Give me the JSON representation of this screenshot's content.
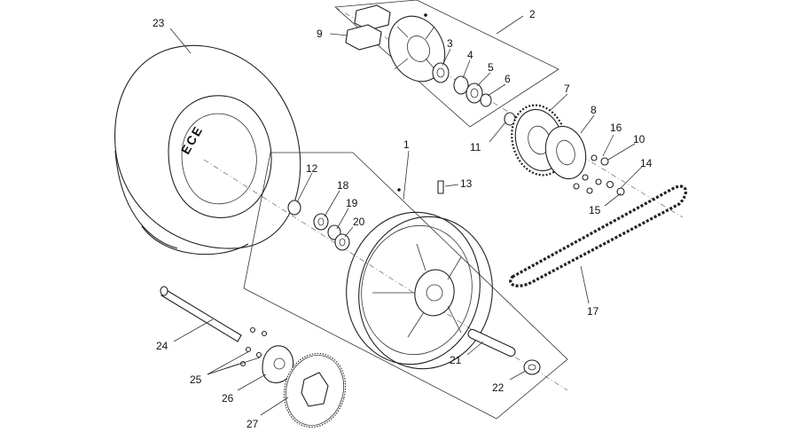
{
  "diagram": {
    "tire_marking": "ECE",
    "callouts": [
      {
        "id": "p1",
        "label": "1"
      },
      {
        "id": "p2",
        "label": "2"
      },
      {
        "id": "p3",
        "label": "3"
      },
      {
        "id": "p4",
        "label": "4"
      },
      {
        "id": "p5",
        "label": "5"
      },
      {
        "id": "p6",
        "label": "6"
      },
      {
        "id": "p7",
        "label": "7"
      },
      {
        "id": "p8",
        "label": "8"
      },
      {
        "id": "p9",
        "label": "9"
      },
      {
        "id": "p10",
        "label": "10"
      },
      {
        "id": "p11",
        "label": "11"
      },
      {
        "id": "p12",
        "label": "12"
      },
      {
        "id": "p13",
        "label": "13"
      },
      {
        "id": "p14",
        "label": "14"
      },
      {
        "id": "p15",
        "label": "15"
      },
      {
        "id": "p16",
        "label": "16"
      },
      {
        "id": "p17",
        "label": "17"
      },
      {
        "id": "p18",
        "label": "18"
      },
      {
        "id": "p19",
        "label": "19"
      },
      {
        "id": "p20",
        "label": "20"
      },
      {
        "id": "p21",
        "label": "21"
      },
      {
        "id": "p22",
        "label": "22"
      },
      {
        "id": "p23",
        "label": "23"
      },
      {
        "id": "p24",
        "label": "24"
      },
      {
        "id": "p25",
        "label": "25"
      },
      {
        "id": "p26",
        "label": "26"
      },
      {
        "id": "p27",
        "label": "27"
      }
    ]
  }
}
